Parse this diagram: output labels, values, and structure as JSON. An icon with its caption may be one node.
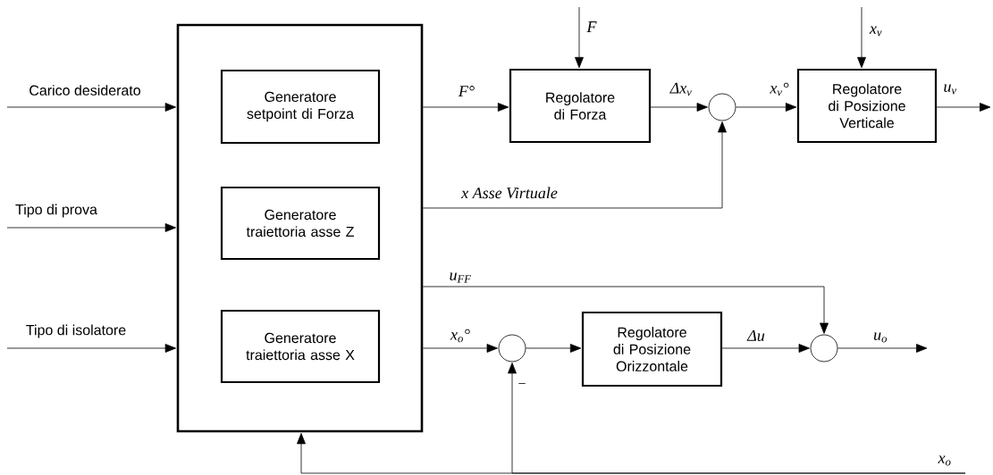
{
  "diagram": {
    "nodes": [
      {
        "text": [],
        "shape": "box"
      },
      {
        "text": [
          "Generatore setpoint di Forza"
        ],
        "in": 0
      },
      {
        "text": [
          "Generatore traiettoria asse Z"
        ],
        "in": 0
      },
      {
        "text": [
          "Generatore traiettoria asse X"
        ],
        "in": 0
      },
      {
        "text": [
          "Regolatore di Forza"
        ]
      },
      {
        "text": [],
        "shape": "circle"
      },
      {
        "text": [
          "Regolatore di Posizione Verticale"
        ]
      },
      {
        "text": [],
        "shape": "circle"
      },
      {
        "text": [
          "Regolatore di Posizione Orizzontale"
        ]
      },
      {
        "text": [],
        "shape": "circle"
      }
    ],
    "edges": [
      {
        "from": null,
        "to": 0,
        "arrow": "to",
        "label": "Carico desiderato"
      },
      {
        "from": null,
        "to": 0,
        "arrow": "to",
        "label": "Tipo di prova"
      },
      {
        "from": null,
        "to": 0,
        "arrow": "to",
        "label": "Tipo di isolatore"
      },
      {
        "from": 0,
        "to": 4,
        "arrow": "to",
        "label": "F°"
      },
      {
        "from": null,
        "to": 4,
        "arrow": "to",
        "label": "F"
      },
      {
        "from": 4,
        "to": 5,
        "arrow": "to",
        "label": "Δx$_{v}$"
      },
      {
        "from": 0,
        "to": 5,
        "arrow": "to",
        "label": "x Asse Virtuale"
      },
      {
        "from": 5,
        "to": 6,
        "arrow": "to",
        "label": "x$_{v}$°"
      },
      {
        "from": null,
        "to": 6,
        "arrow": "to",
        "label": "x$_{v}$"
      },
      {
        "from": 6,
        "to": null,
        "arrow": "to",
        "label": "u$_{v}$"
      },
      {
        "from": 0,
        "to": 9,
        "arrow": "to",
        "label": "u$_{FF}$"
      },
      {
        "from": 0,
        "to": 7,
        "arrow": "to",
        "label": "x$_{o}$°"
      },
      {
        "from": 7,
        "to": 8,
        "arrow": "to"
      },
      {
        "from": 8,
        "to": 9,
        "arrow": "to",
        "label": "Δu"
      },
      {
        "from": 9,
        "to": null,
        "arrow": "to",
        "label": "u$_{o}$"
      },
      {
        "from": null,
        "to": 7,
        "arrow": "to",
        "label": "x$_{o}$"
      },
      {
        "from": null,
        "to": 0,
        "arrow": "to"
      }
    ],
    "labels": [
      "−"
    ]
  }
}
